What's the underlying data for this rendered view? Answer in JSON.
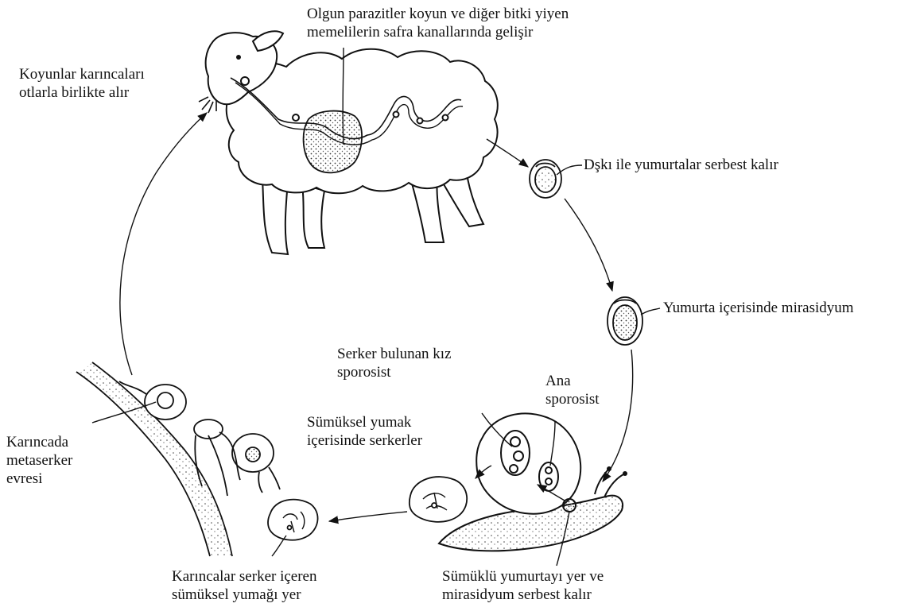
{
  "labels": {
    "adult_parasites": [
      "Olgun parazitler koyun ve diğer bitki yiyen",
      "memelilerin safra kanallarında gelişir"
    ],
    "sheep_eat_ants": [
      "Koyunlar karıncaları",
      "otlarla birlikte alır"
    ],
    "eggs_released": [
      "Dşkı ile yumurtalar serbest kalır"
    ],
    "miracidium_in_egg": [
      "Yumurta içerisinde mirasidyum"
    ],
    "daughter_sporocyst": [
      "Serker bulunan kız",
      "sporosist"
    ],
    "mother_sporocyst": [
      "Ana",
      "sporosist"
    ],
    "slime_ball_cercariae": [
      "Sümüksel yumak",
      "içerisinde serkerler"
    ],
    "ant_metacercaria": [
      "Karıncada",
      "metaserker",
      "evresi"
    ],
    "ants_eat_slime": [
      "Karıncalar serker içeren",
      "sümüksel yumağı yer"
    ],
    "snail_eats_egg": [
      "Sümüklü yumurtayı yer ve",
      "mirasidyum serbest kalır"
    ]
  }
}
